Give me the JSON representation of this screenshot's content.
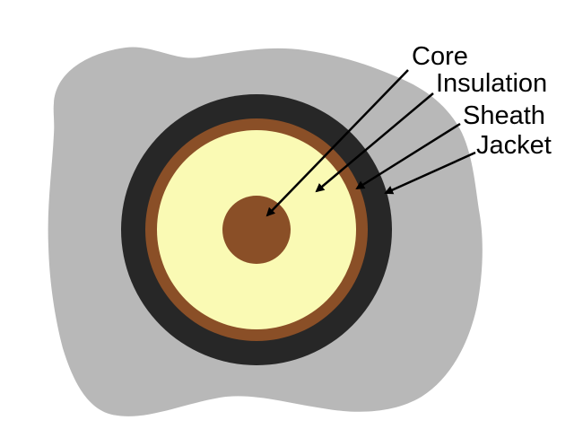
{
  "diagram": {
    "labels": {
      "core": "Core",
      "insulation": "Insulation",
      "sheath": "Sheath",
      "jacket": "Jacket"
    }
  },
  "colors": {
    "background_blob": "#b8b8b8",
    "jacket": "#272727",
    "sheath": "#8a4f27",
    "insulation": "#fafab4",
    "core": "#8a4f27",
    "arrow": "#000000"
  }
}
